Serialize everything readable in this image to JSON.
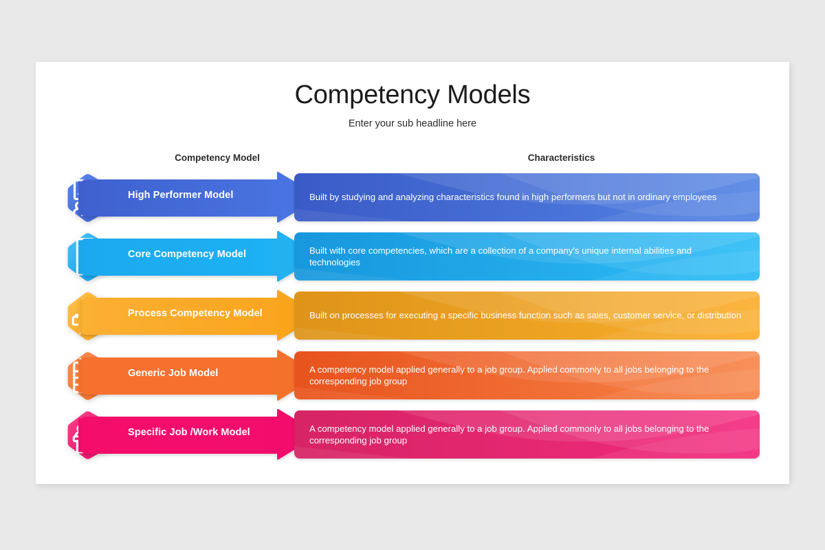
{
  "slide": {
    "title": "Competency Models",
    "subtitle": "Enter your sub headline here",
    "background_color": "#e9e9ea",
    "card_color": "#ffffff"
  },
  "headers": {
    "competency_model": "Competency Model",
    "characteristics": "Characteristics"
  },
  "rows": [
    {
      "label": "High Performer Model",
      "characteristic": "Built by studying and analyzing characteristics found in high performers but not in ordinary employees",
      "icon": "presentation-chart-people-icon",
      "colors": {
        "arrow_start": "#3f61cf",
        "arrow_end": "#4a76e3",
        "hex_start": "#5a84ef",
        "hex_end": "#3f63d2",
        "panel_start": "#3a5bc7",
        "panel_end": "#5484e4",
        "wave": "#ffffff"
      }
    },
    {
      "label": "Core Competency Model",
      "characteristic": "Built with core competencies, which are a collection of a company's unique internal abilities and technologies",
      "icon": "resume-document-icon",
      "colors": {
        "arrow_start": "#1aa9ef",
        "arrow_end": "#21b3f3",
        "hex_start": "#45c3f7",
        "hex_end": "#119fe9",
        "panel_start": "#1897dd",
        "panel_end": "#2cbdf7",
        "wave": "#ffffff"
      }
    },
    {
      "label": "Process Competency Model",
      "characteristic": "Built on processes for executing a specific business function such as sales, customer service, or distribution",
      "icon": "businessman-clock-icon",
      "colors": {
        "arrow_start": "#fbb033",
        "arrow_end": "#f9a31b",
        "hex_start": "#fdc14b",
        "hex_end": "#f9a51f",
        "panel_start": "#dd9418",
        "panel_end": "#fbae2c",
        "wave": "#ffffff"
      }
    },
    {
      "label": "Generic Job Model",
      "characteristic": "A competency model applied generally to a job group. Applied commonly to all jobs belonging to the corresponding job group",
      "icon": "calendar-checklist-icon",
      "colors": {
        "arrow_start": "#f7712e",
        "arrow_end": "#f4712c",
        "hex_start": "#fa8d52",
        "hex_end": "#f4702a",
        "panel_start": "#e8531d",
        "panel_end": "#f8854a",
        "wave": "#ffffff"
      }
    },
    {
      "label": "Specific Job /Work Model",
      "characteristic": "A competency model applied generally to a job group. Applied commonly to all jobs belonging to the corresponding job group",
      "icon": "person-podium-icon",
      "colors": {
        "arrow_start": "#f50f6b",
        "arrow_end": "#f2116d",
        "hex_start": "#f7418a",
        "hex_end": "#ec0f68",
        "panel_start": "#d62464",
        "panel_end": "#f32a7e",
        "wave": "#ffffff"
      }
    }
  ]
}
